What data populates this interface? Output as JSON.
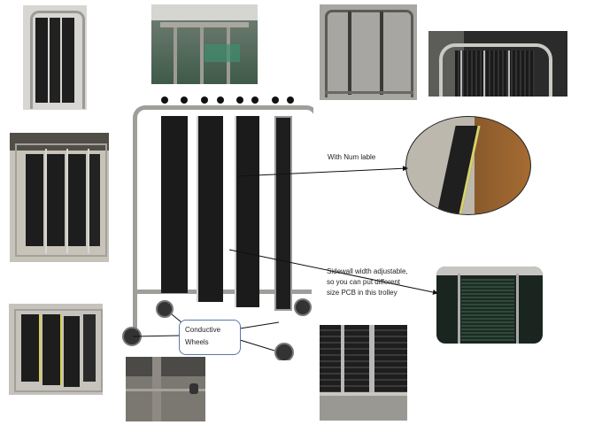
{
  "annotations": {
    "num_label": "With Num lable",
    "sidewall_line1": "Sidewall width adjustable,",
    "sidewall_line2": "so you can put different",
    "sidewall_line3": "size PCB in this trolley",
    "wheels_line1": "Conductive",
    "wheels_line2": "Wheels"
  },
  "photos": [
    {
      "id": "front-trolley-small",
      "label": "ESD trolley front view with three black panels"
    },
    {
      "id": "pcb-loaded-racks",
      "label": "Trolleys loaded with PCBs"
    },
    {
      "id": "empty-frame",
      "label": "Empty stainless frame"
    },
    {
      "id": "top-detail",
      "label": "Top frame and panel detail"
    },
    {
      "id": "four-panel-trolley",
      "label": "Trolley with four panels"
    },
    {
      "id": "main-trolley",
      "label": "Main ESD PCB trolley"
    },
    {
      "id": "num-label-closeup",
      "label": "Panel with number label (oval)"
    },
    {
      "id": "pcb-closeup",
      "label": "PCBs in trolley close-up"
    },
    {
      "id": "yellow-edge-trolley",
      "label": "Trolley with yellow-edged panels"
    },
    {
      "id": "wheel-detail",
      "label": "Wheel and base detail"
    },
    {
      "id": "slot-detail",
      "label": "Panel slot detail"
    }
  ]
}
